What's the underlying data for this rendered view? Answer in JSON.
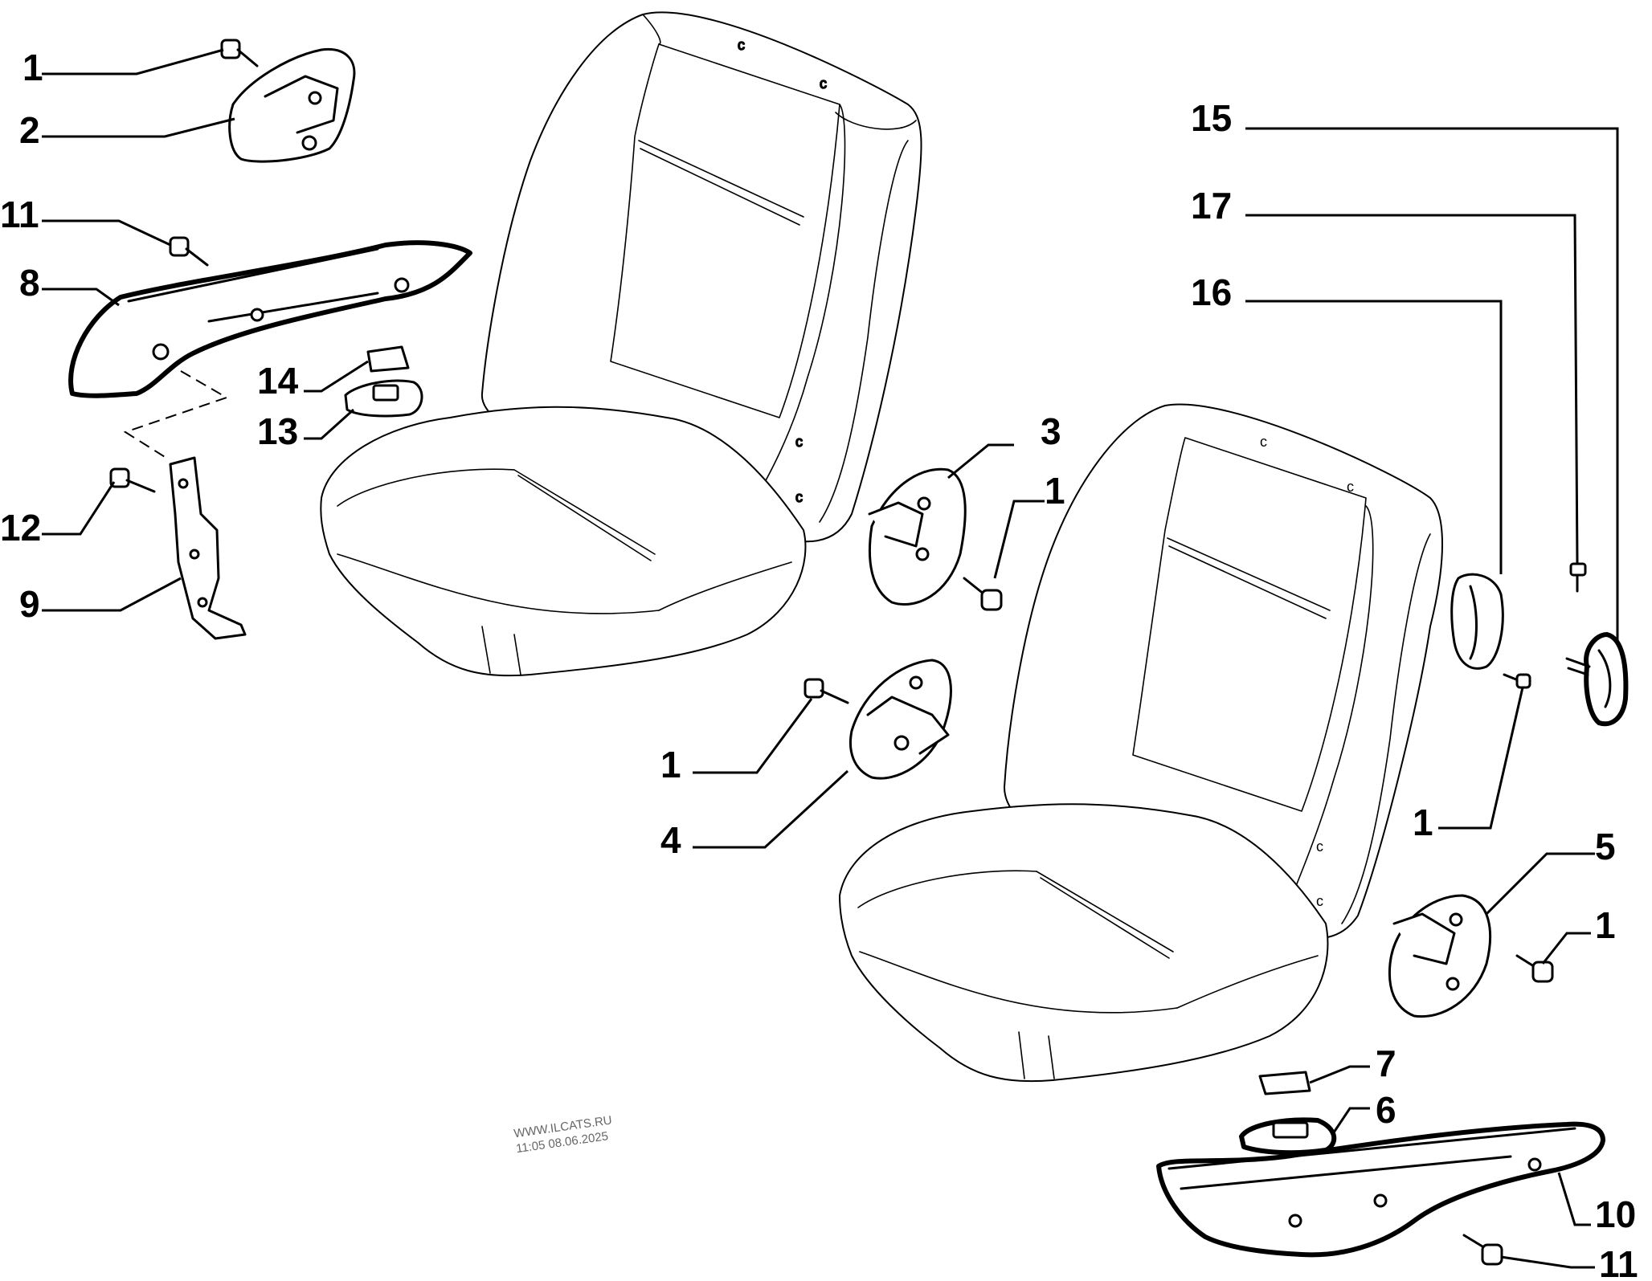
{
  "callouts": {
    "c1a": "1",
    "c2": "2",
    "c11a": "11",
    "c8": "8",
    "c14": "14",
    "c13": "13",
    "c12": "12",
    "c9": "9",
    "c3": "3",
    "c1b": "1",
    "c1c": "1",
    "c4": "4",
    "c15": "15",
    "c17": "17",
    "c16": "16",
    "c1d": "1",
    "c5": "5",
    "c1e": "1",
    "c7": "7",
    "c6": "6",
    "c10": "10",
    "c11b": "11"
  },
  "watermark": {
    "line1": "WWW.ILCATS.RU",
    "line2": "11:05 08.06.2025"
  }
}
